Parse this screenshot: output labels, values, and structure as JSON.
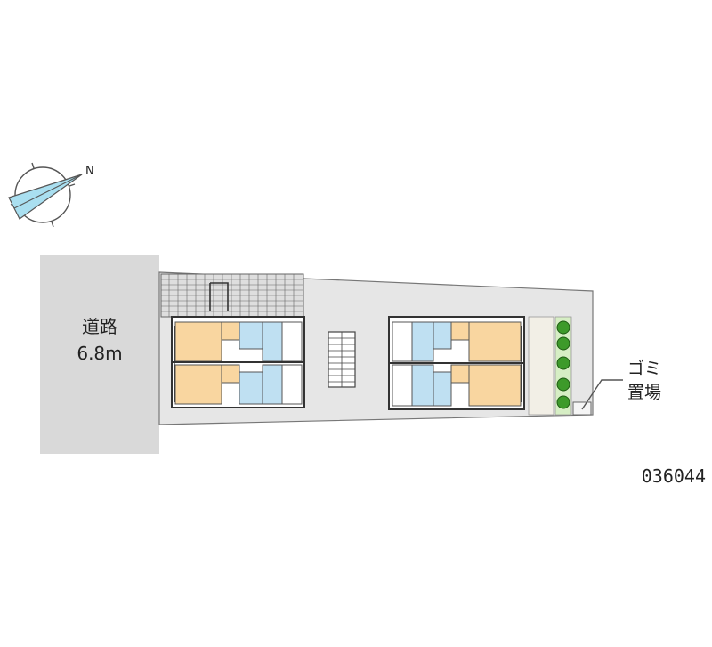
{
  "road": {
    "line1": "道路",
    "line2": "6.8m"
  },
  "garbage": {
    "line1": "ゴミ",
    "line2": "置場"
  },
  "compass": {
    "letter": "N"
  },
  "property_code": "036044",
  "colors": {
    "road": "#d9d9d9",
    "lot": "#e6e6e6",
    "unit_room": "#f9d6a0",
    "wet_area": "#bfe0f2",
    "outline": "#4a4a4a",
    "tree": "#3d9a2a",
    "compass_fill": "#a9dff0"
  }
}
